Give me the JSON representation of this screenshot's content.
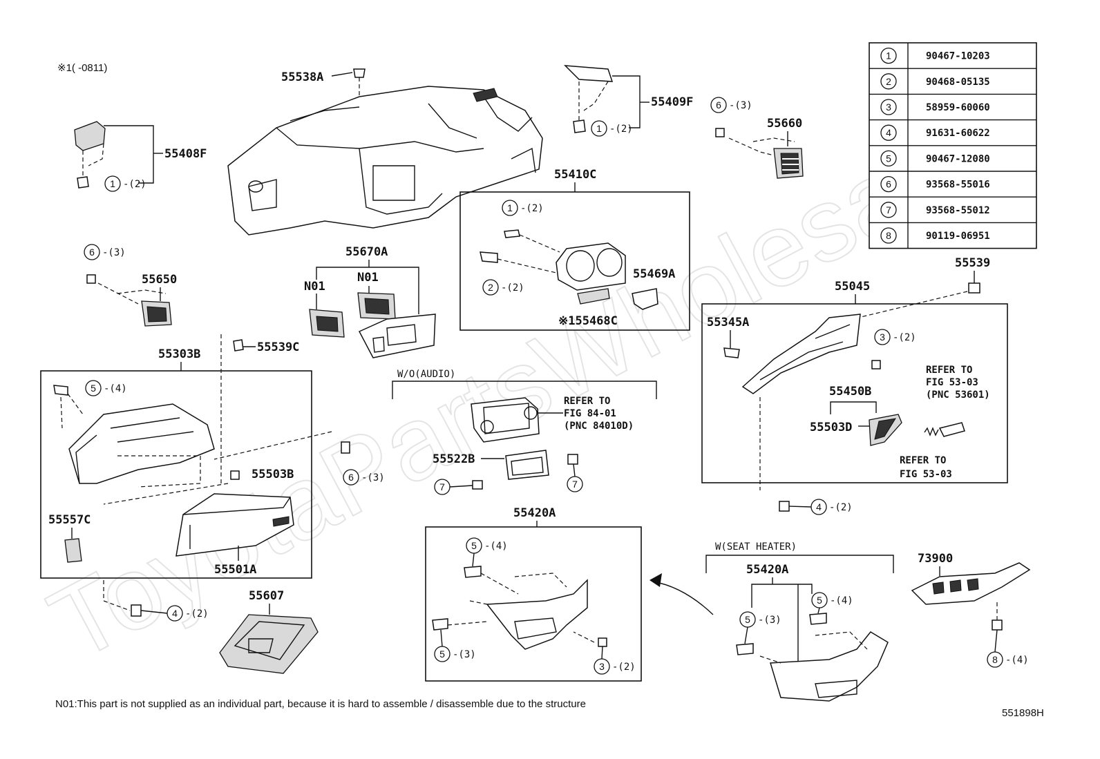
{
  "watermark": "ToyotaPartsWholesale",
  "note_top": "※1(   -0811)",
  "footer_note": "N01:This part is not supplied as an individual part, because it is hard to assemble / disassemble due to the structure",
  "figure_id": "551898H",
  "parts_table": [
    {
      "num": "1",
      "part": "90467-10203"
    },
    {
      "num": "2",
      "part": "90468-05135"
    },
    {
      "num": "3",
      "part": "58959-60060"
    },
    {
      "num": "4",
      "part": "91631-60622"
    },
    {
      "num": "5",
      "part": "90467-12080"
    },
    {
      "num": "6",
      "part": "93568-55016"
    },
    {
      "num": "7",
      "part": "93568-55012"
    },
    {
      "num": "8",
      "part": "90119-06951"
    }
  ],
  "labels": {
    "p55538A": "55538A",
    "p55408F": "55408F",
    "p55409F": "55409F",
    "p55660": "55660",
    "p55410C": "55410C",
    "p55670A": "55670A",
    "pN01a": "N01",
    "pN01b": "N01",
    "p55650": "55650",
    "p55469A": "55469A",
    "p55468C": "※155468C",
    "p55539": "55539",
    "p55045": "55045",
    "p55345A": "55345A",
    "p55539C": "55539C",
    "p55303B": "55303B",
    "p55503B": "55503B",
    "p55450B": "55450B",
    "p55503D": "55503D",
    "p55522B": "55522B",
    "p55557C": "55557C",
    "p55501A": "55501A",
    "p55420A": "55420A",
    "p55420A2": "55420A",
    "p55607": "55607",
    "p73900": "73900",
    "wo_audio": "W/O(AUDIO)",
    "w_seat_heater": "W(SEAT HEATER)"
  },
  "refs": {
    "ref84_1": "REFER TO",
    "ref84_2": "FIG 84-01",
    "ref84_3": "(PNC 84010D)",
    "ref53a_1": "REFER TO",
    "ref53a_2": "FIG 53-03",
    "ref53a_3": "(PNC 53601)",
    "ref53b_1": "REFER TO",
    "ref53b_2": "FIG 53-03"
  },
  "callouts": {
    "c1": {
      "num": "1",
      "qty": "-(2)"
    },
    "c2": {
      "num": "1",
      "qty": "-(2)"
    },
    "c3": {
      "num": "6",
      "qty": "-(3)"
    },
    "c4": {
      "num": "1",
      "qty": "-(2)"
    },
    "c5": {
      "num": "6",
      "qty": "-(3)"
    },
    "c6": {
      "num": "2",
      "qty": "-(2)"
    },
    "c7": {
      "num": "3",
      "qty": "-(2)"
    },
    "c8": {
      "num": "5",
      "qty": "-(4)"
    },
    "c9": {
      "num": "6",
      "qty": "-(3)"
    },
    "c10": {
      "num": "7",
      "qty": ""
    },
    "c11": {
      "num": "7",
      "qty": ""
    },
    "c12": {
      "num": "4",
      "qty": "-(2)"
    },
    "c13": {
      "num": "5",
      "qty": "-(4)"
    },
    "c14": {
      "num": "4",
      "qty": "-(2)"
    },
    "c15": {
      "num": "5",
      "qty": "-(3)"
    },
    "c16": {
      "num": "3",
      "qty": "-(2)"
    },
    "c17": {
      "num": "5",
      "qty": "-(3)"
    },
    "c18": {
      "num": "5",
      "qty": "-(4)"
    },
    "c19": {
      "num": "8",
      "qty": "-(4)"
    }
  }
}
